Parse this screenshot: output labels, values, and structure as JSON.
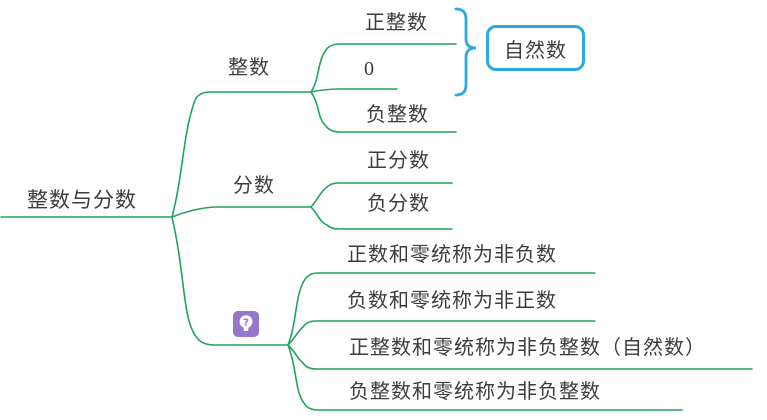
{
  "mindmap": {
    "root": {
      "label": "整数与分数"
    },
    "integer_branch": {
      "label": "整数",
      "positive": "正整数",
      "zero": "0",
      "negative": "负整数"
    },
    "natural_callout": {
      "label": "自然数"
    },
    "fraction_branch": {
      "label": "分数",
      "positive": "正分数",
      "negative": "负分数"
    },
    "notes_branch": {
      "icon": "lightbulb-question-icon",
      "items": [
        "正数和零统称为非负数",
        "负数和零统称为非正数",
        "正整数和零统称为非负整数（自然数）",
        "负整数和零统称为非负整数"
      ]
    },
    "colors": {
      "branch_line": "#21a35c",
      "brace_blue": "#29abe2",
      "text": "#3d3d3d",
      "marker_purple": "#9577ce"
    }
  }
}
